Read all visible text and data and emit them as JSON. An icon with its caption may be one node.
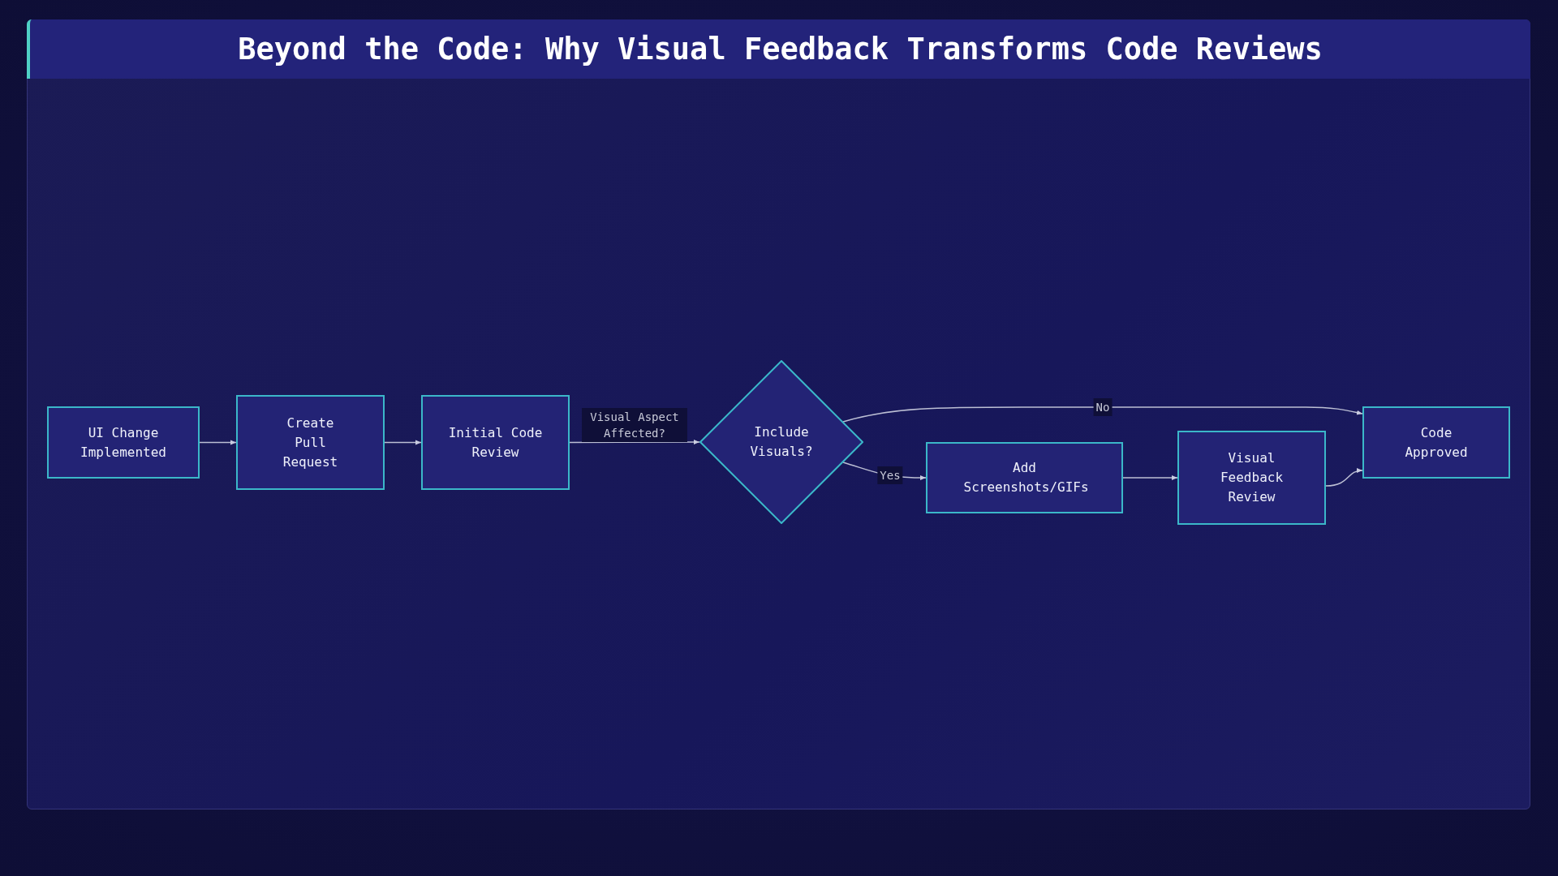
{
  "diagram": {
    "title": "Beyond the Code: Why Visual Feedback Transforms Code Reviews",
    "nodes": [
      {
        "text": [
          "UI Change Implemented"
        ]
      },
      {
        "text": [
          "Create Pull Request"
        ]
      },
      {
        "text": [
          "Initial Code Review"
        ]
      },
      {
        "text": [
          "Include Visuals?"
        ]
      },
      {
        "text": [
          "Add Screenshots/GIFs"
        ]
      },
      {
        "text": [
          "Visual Feedback Review"
        ]
      },
      {
        "text": [
          "Code Approved"
        ]
      }
    ],
    "edges": [
      {
        "from": 0,
        "to": 1,
        "arrow": "to"
      },
      {
        "from": 1,
        "to": 2,
        "arrow": "to"
      },
      {
        "from": 2,
        "to": 3,
        "arrow": "to",
        "label": "Visual Aspect Affected?"
      },
      {
        "from": 3,
        "to": 6,
        "arrow": "to",
        "label": "No"
      },
      {
        "from": 3,
        "to": 4,
        "arrow": "to",
        "label": "Yes"
      },
      {
        "from": 4,
        "to": 5,
        "arrow": "to"
      },
      {
        "from": 5,
        "to": 6,
        "arrow": "to"
      }
    ]
  }
}
